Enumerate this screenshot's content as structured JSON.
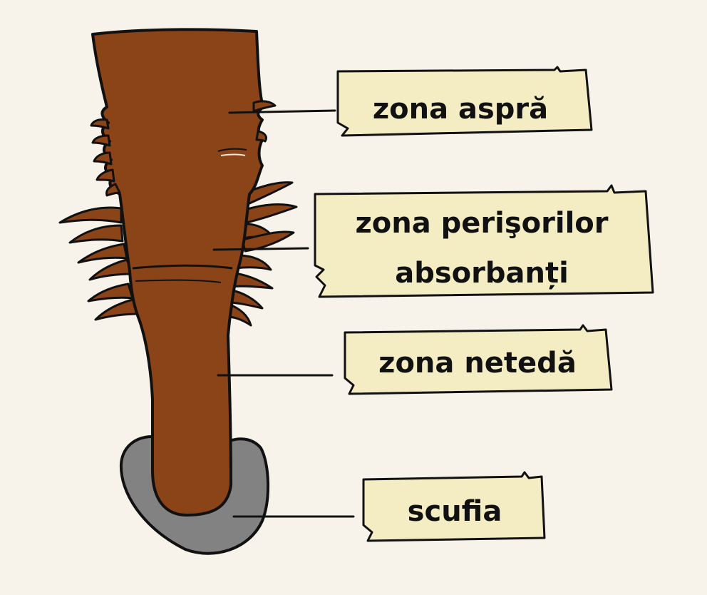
{
  "diagram": {
    "labels": {
      "rough_zone": "zona aspră",
      "root_hair_zone_line1": "zona perişorilor",
      "root_hair_zone_line2": "absorbanți",
      "smooth_zone": "zona netedă",
      "root_cap": "scufia"
    },
    "colors": {
      "background": "#f8f3ea",
      "root": "#8b4318",
      "root_cap": "#828282",
      "label_box": "#f4edc4",
      "outline": "#111111"
    }
  }
}
